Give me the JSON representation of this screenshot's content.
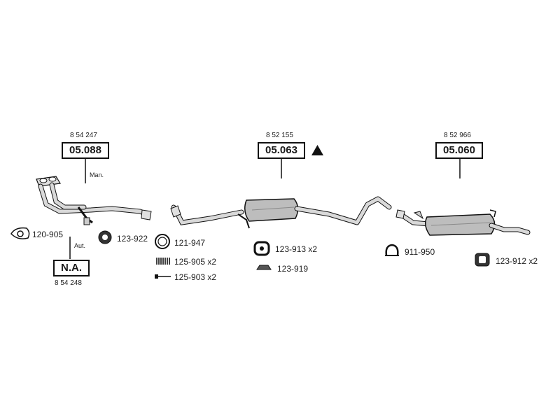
{
  "assemblies": [
    {
      "ref_number": "8 54 247",
      "part_code": "05.088",
      "variant_note": "Man."
    },
    {
      "ref_number": "8 52 155",
      "part_code": "05.063"
    },
    {
      "ref_number": "8 52 966",
      "part_code": "05.060"
    },
    {
      "ref_number": "8 54 248",
      "part_code": "N.A.",
      "variant_note": "Aut."
    }
  ],
  "accessories": [
    {
      "code": "120-905",
      "icon": "gasket-icon"
    },
    {
      "code": "123-922",
      "icon": "rubber-ring-icon"
    },
    {
      "code": "121-947",
      "icon": "seal-ring-icon"
    },
    {
      "code": "125-905 x2",
      "icon": "spring-icon"
    },
    {
      "code": "125-903 x2",
      "icon": "bolt-icon"
    },
    {
      "code": "123-913 x2",
      "icon": "rubber-mount-icon"
    },
    {
      "code": "123-919",
      "icon": "bracket-icon"
    },
    {
      "code": "911-950",
      "icon": "clamp-icon"
    },
    {
      "code": "123-912 x2",
      "icon": "hanger-icon"
    }
  ],
  "colors": {
    "line": "#111111",
    "pipe_fill": "#d9d9d9",
    "muffler_fill": "#bdbdbd"
  }
}
